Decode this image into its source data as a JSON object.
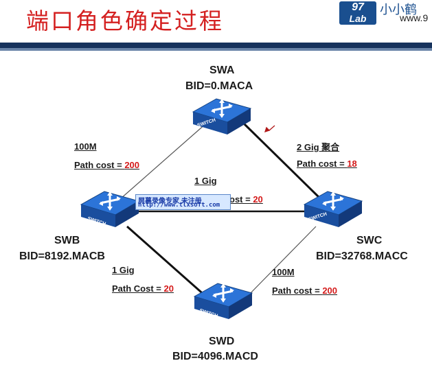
{
  "header": {
    "title": "端口角色确定过程",
    "logo_text": "Lab",
    "logo_top": "97",
    "brand_text": "小小鹤",
    "url_text": "www.9"
  },
  "devices": {
    "swa": {
      "name": "SWA",
      "bid": "BID=0.MACA",
      "icon_label": "SWITCH"
    },
    "swb": {
      "name": "SWB",
      "bid": "BID=8192.MACB",
      "icon_label": "SWITCH"
    },
    "swc": {
      "name": "SWC",
      "bid": "BID=32768.MACC",
      "icon_label": "SWITCH"
    },
    "swd": {
      "name": "SWD",
      "bid": "BID=4096.MACD",
      "icon_label": "SWITCH"
    }
  },
  "links": {
    "ab": {
      "speed": "100M",
      "cost_label": "Path cost = ",
      "cost": "200"
    },
    "ac": {
      "speed": "2 Gig 聚合",
      "cost_label": "Path cost = ",
      "cost": "18"
    },
    "bc": {
      "speed": "1 Gig",
      "cost_label": "ost = ",
      "cost": "20"
    },
    "bd": {
      "speed": "1 Gig",
      "cost_label": "Path Cost = ",
      "cost": "20"
    },
    "cd": {
      "speed": "100M",
      "cost_label": "Path cost = ",
      "cost": "200"
    }
  },
  "watermark": {
    "line1": "屏幕录像专家      未注册",
    "line2": "http://www.tlxsoft.com"
  },
  "colors": {
    "title": "#d42020",
    "cost_value": "#d41a1a",
    "switch_blue": "#1f5db8",
    "header_bar": "#16325c"
  }
}
